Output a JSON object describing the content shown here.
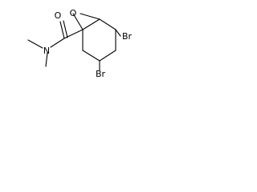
{
  "molecule": {
    "atoms": {
      "epoxide_oxygen": "O",
      "carbonyl_oxygen": "O",
      "amide_nitrogen": "N",
      "bromine_upper": "Br",
      "bromine_lower": "Br"
    },
    "colors": {
      "bond": "#000000",
      "label": "#000000",
      "background": "#ffffff"
    }
  }
}
